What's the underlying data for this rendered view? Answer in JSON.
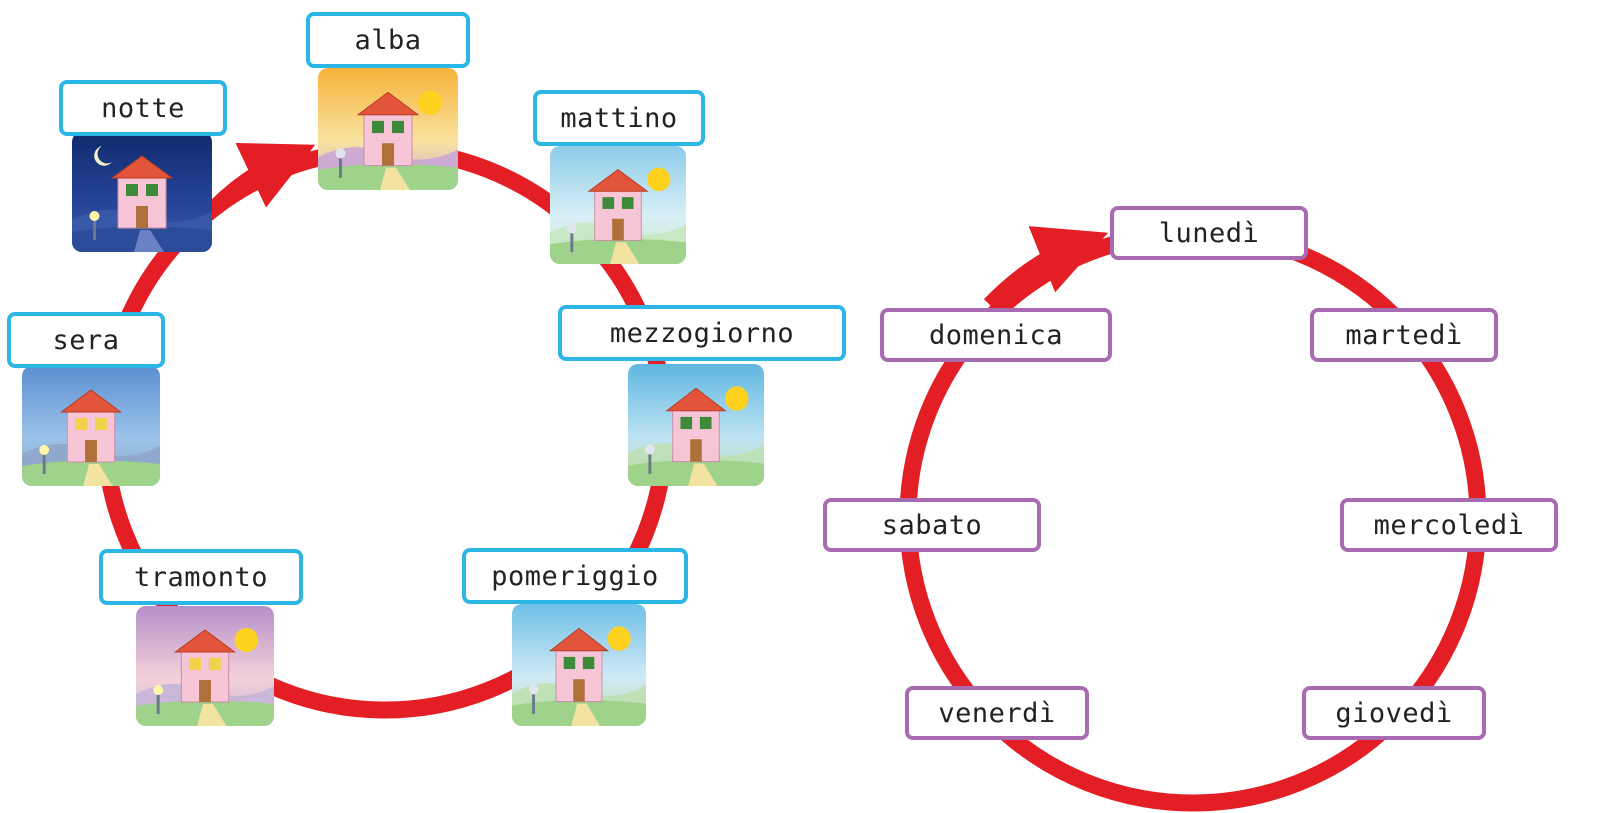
{
  "colors": {
    "arrow": "#e31e24",
    "time_label_border": "#2bb6e6",
    "day_label_border": "#a86bb1"
  },
  "times_of_day": [
    {
      "key": "alba",
      "label": "alba",
      "sky": [
        "#f7b23a",
        "#f9e3a0",
        "#c9a6d6"
      ],
      "sun": "sun",
      "window": "#3f8a3a"
    },
    {
      "key": "mattino",
      "label": "mattino",
      "sky": [
        "#8ccbe8",
        "#d9f0f7",
        "#c7e7c2"
      ],
      "sun": "sun",
      "window": "#3f8a3a"
    },
    {
      "key": "mezzogiorno",
      "label": "mezzogiorno",
      "sky": [
        "#5fb6e0",
        "#bfe3f3",
        "#bfe0b4"
      ],
      "sun": "sun",
      "window": "#3f8a3a"
    },
    {
      "key": "pomeriggio",
      "label": "pomeriggio",
      "sky": [
        "#6fbfe6",
        "#cfeaf5",
        "#bfe0b4"
      ],
      "sun": "sun",
      "window": "#3f8a3a"
    },
    {
      "key": "tramonto",
      "label": "tramonto",
      "sky": [
        "#b68fc9",
        "#f3d1d9",
        "#c7b5d8"
      ],
      "sun": "sun",
      "window": "#f2d24a"
    },
    {
      "key": "sera",
      "label": "sera",
      "sky": [
        "#5b8fd1",
        "#9cc3ea",
        "#8fa6c9"
      ],
      "sun": "none",
      "window": "#f2d24a"
    },
    {
      "key": "notte",
      "label": "notte",
      "sky": [
        "#0f2a6b",
        "#26459a",
        "#3a5aa8"
      ],
      "sun": "moon",
      "window": "#3f8a3a"
    }
  ],
  "days_of_week": [
    {
      "key": "lunedi",
      "label": "lunedì"
    },
    {
      "key": "martedi",
      "label": "martedì"
    },
    {
      "key": "mercoledi",
      "label": "mercoledì"
    },
    {
      "key": "giovedi",
      "label": "giovedì"
    },
    {
      "key": "venerdi",
      "label": "venerdì"
    },
    {
      "key": "sabato",
      "label": "sabato"
    },
    {
      "key": "domenica",
      "label": "domenica"
    }
  ]
}
